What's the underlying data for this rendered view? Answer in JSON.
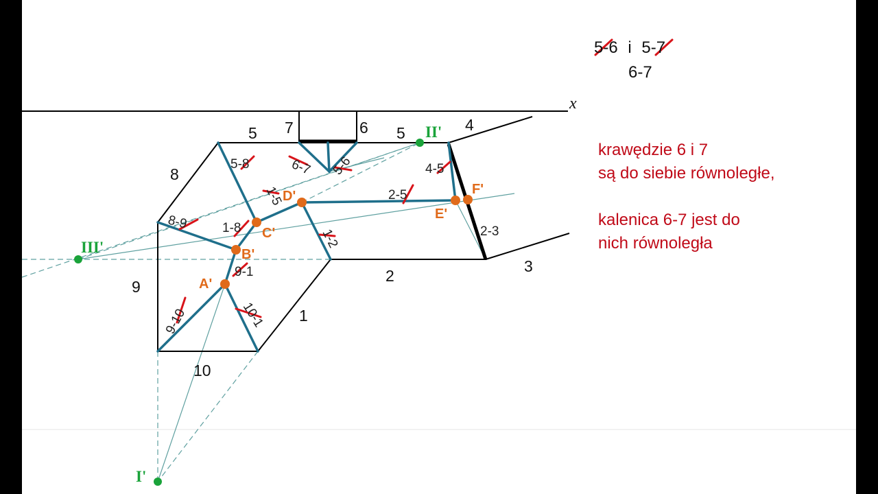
{
  "axis_label": "x",
  "top_notes": {
    "line1_a": "5-6",
    "line1_sep": "i",
    "line1_b": "5-7",
    "line2": "6-7"
  },
  "explanation": {
    "line1": "krawędzie 6 i 7",
    "line2": "są do siebie równoległe,",
    "line3": "kalenica 6-7 jest do",
    "line4": "nich równoległa"
  },
  "edge_labels": {
    "e1": "1",
    "e2": "2",
    "e3": "3",
    "e4": "4",
    "e5a": "5",
    "e5b": "5",
    "e6": "6",
    "e7": "7",
    "e8": "8",
    "e9": "9",
    "e10": "10"
  },
  "ridge_labels": {
    "r58": "5-8",
    "r67": "6-7",
    "r56": "5-6",
    "r45": "4-5",
    "r15": "1-5",
    "r25": "2-5",
    "r18": "1-8",
    "r89": "8-9",
    "r12": "1-2",
    "r91": "9-1",
    "r910": "9-10",
    "r101": "10-1",
    "r23": "2-3"
  },
  "points": {
    "A": "A'",
    "B": "B'",
    "C": "C'",
    "D": "D'",
    "E": "E'",
    "F": "F'"
  },
  "vanishing": {
    "I": "I'",
    "II": "II'",
    "III": "III'"
  },
  "colors": {
    "roof": "#1f6f8b",
    "point": "#e06a1a",
    "vanishing": "#1aa33a",
    "strike": "#d8141a",
    "note": "#c00a18"
  }
}
